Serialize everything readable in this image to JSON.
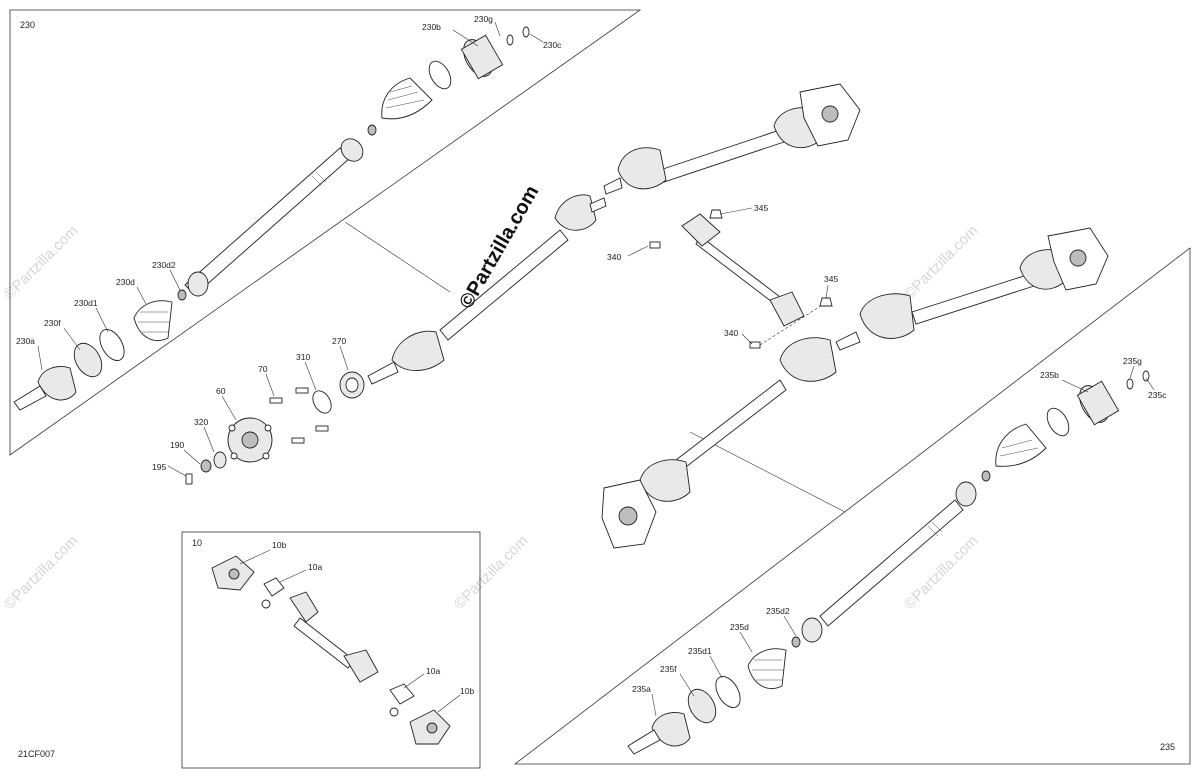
{
  "diagram": {
    "drawing_code": "21CF007",
    "frames": {
      "front_shaft_group": "230",
      "prop_shaft_group": "10",
      "rear_shaft_group": "235"
    },
    "labels": {
      "l230b": "230b",
      "l230g": "230g",
      "l230c": "230c",
      "l230d": "230d",
      "l230d2": "230d2",
      "l230d1": "230d1",
      "l230f": "230f",
      "l230a": "230a",
      "l60": "60",
      "l70": "70",
      "l310": "310",
      "l270": "270",
      "l320": "320",
      "l190": "190",
      "l195": "195",
      "l340a": "340",
      "l340b": "340",
      "l345a": "345",
      "l345b": "345",
      "l10b_top": "10b",
      "l10a_top": "10a",
      "l10a_bot": "10a",
      "l10b_bot": "10b",
      "l235g": "235g",
      "l235b": "235b",
      "l235c": "235c",
      "l235d2": "235d2",
      "l235d": "235d",
      "l235d1": "235d1",
      "l235f": "235f",
      "l235a": "235a"
    },
    "watermark": {
      "main": "©Partzilla.com",
      "repeat": "©Partzilla.com"
    }
  }
}
